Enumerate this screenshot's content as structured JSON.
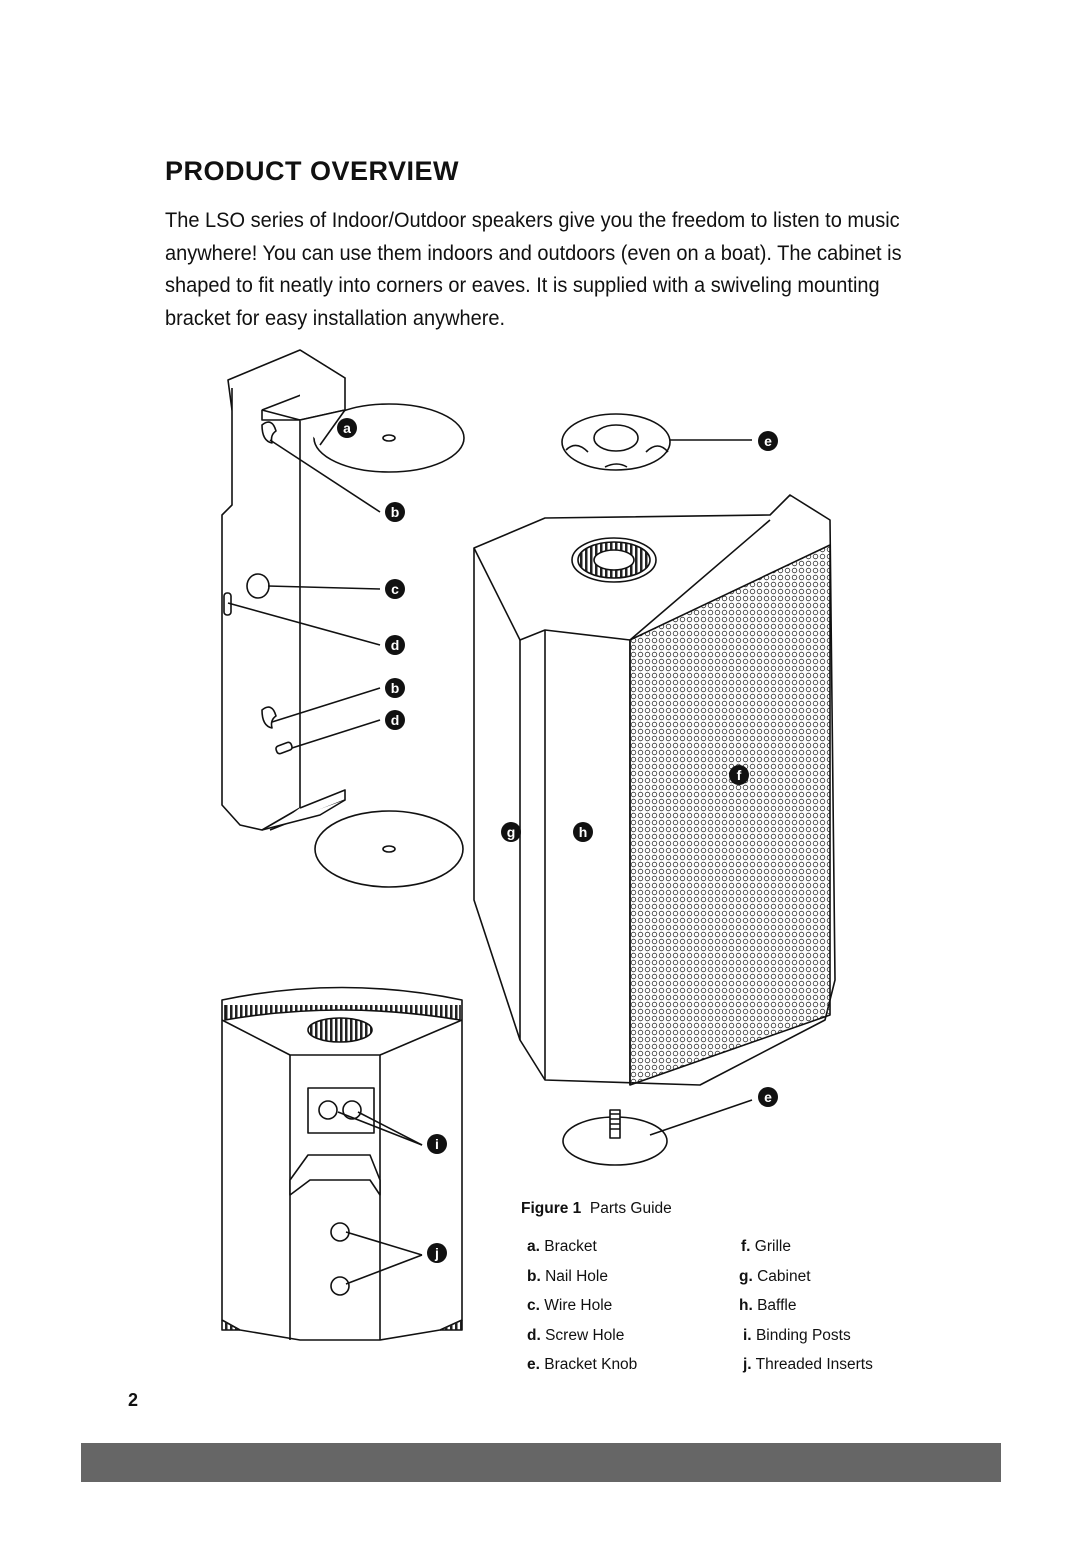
{
  "heading": "PRODUCT OVERVIEW",
  "intro": "The LSO series of Indoor/Outdoor speakers give you the freedom to listen to music anywhere! You can use them indoors and outdoors (even on a boat). The cabinet is shaped to fit neatly into corners or eaves. It is supplied with a swiveling mounting bracket for easy installation anywhere.",
  "figure": {
    "caption_label": "Figure 1",
    "caption_text": "Parts Guide",
    "callouts": {
      "a": "a",
      "b1": "b",
      "c": "c",
      "d1": "d",
      "b2": "b",
      "d2": "d",
      "e1": "e",
      "f": "f",
      "g": "g",
      "h": "h",
      "e2": "e",
      "i": "i",
      "j": "j"
    },
    "parts": [
      {
        "letter": "a.",
        "name": "Bracket"
      },
      {
        "letter": "b.",
        "name": "Nail Hole"
      },
      {
        "letter": "c.",
        "name": "Wire Hole"
      },
      {
        "letter": "d.",
        "name": "Screw Hole"
      },
      {
        "letter": "e.",
        "name": "Bracket Knob"
      },
      {
        "letter": "f.",
        "name": "Grille"
      },
      {
        "letter": "g.",
        "name": "Cabinet"
      },
      {
        "letter": "h.",
        "name": "Baffle"
      },
      {
        "letter": "i.",
        "name": "Binding Posts"
      },
      {
        "letter": "j.",
        "name": "Threaded Inserts"
      }
    ]
  },
  "page_number": "2",
  "colors": {
    "footer_bar": "#666666",
    "ink": "#111111"
  }
}
